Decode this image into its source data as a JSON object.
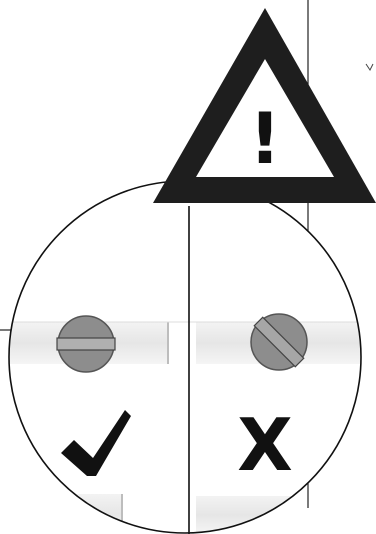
{
  "diagram": {
    "warning_icon": "warning-triangle-icon",
    "warning_glyph": "!",
    "panels": [
      {
        "side": "left",
        "screw_slot_orientation": "horizontal",
        "verdict_icon": "checkmark-icon",
        "verdict": "correct"
      },
      {
        "side": "right",
        "screw_slot_orientation": "diagonal",
        "verdict_icon": "cross-icon",
        "verdict_glyph": "X",
        "verdict": "incorrect"
      }
    ],
    "colors": {
      "warning": "#1e1e1e",
      "screw": "#8d8d8d",
      "screw_outline": "#555555",
      "mark": "#111111",
      "outline": "#111111",
      "surface_band": "#e8e8e8"
    }
  }
}
